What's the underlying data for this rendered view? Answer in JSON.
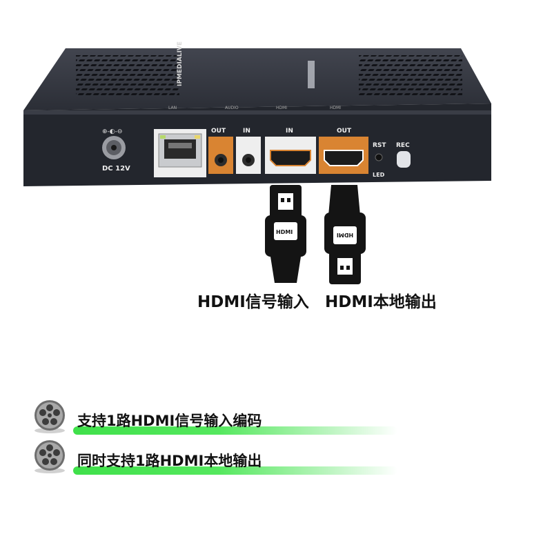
{
  "device": {
    "brand": "IPMEDIALIVE",
    "labels": {
      "dc": "DC 12V",
      "out_audio": "OUT",
      "in_audio": "IN",
      "hdmi_in": "IN",
      "hdmi_out": "OUT",
      "rst": "RST",
      "rec": "REC",
      "led": "LED",
      "lan": "LAN",
      "audio": "AUDIO",
      "hdmi_top_in": "HDMI",
      "hdmi_top_out": "HDMI"
    }
  },
  "cables": {
    "left_logo": "HDMI",
    "right_logo": "HDMI",
    "left_caption": "HDMI信号输入",
    "right_caption": "HDMI本地输出"
  },
  "features": [
    {
      "text": "支持1路HDMI信号输入编码",
      "icon": "film-reel-icon"
    },
    {
      "text": "同时支持1路HDMI本地输出",
      "icon": "film-reel-icon"
    }
  ],
  "colors": {
    "device_body": "#2d3038",
    "device_panel": "#1f2128",
    "port_orange": "#d98432",
    "highlight_green": "#3fe04a"
  }
}
